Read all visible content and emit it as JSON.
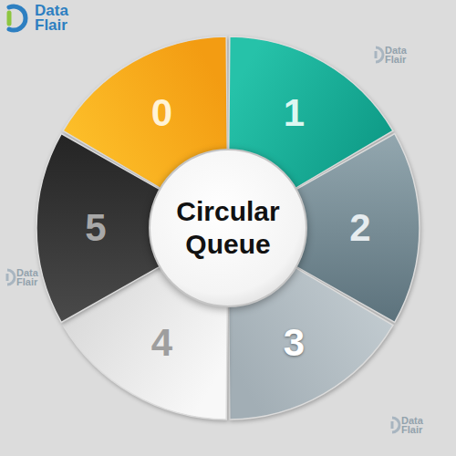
{
  "diagram": {
    "nodes": [
      {
        "text": [
          "0"
        ]
      },
      {
        "text": [
          "1"
        ]
      },
      {
        "text": [
          "2"
        ]
      },
      {
        "text": [
          "3"
        ]
      },
      {
        "text": [
          "4"
        ]
      },
      {
        "text": [
          "5"
        ]
      },
      {
        "text": [
          "Circular Queue"
        ]
      }
    ],
    "labels": [
      "Data Flair",
      "Data Flair",
      "Data Flair",
      "Data Flair"
    ]
  }
}
